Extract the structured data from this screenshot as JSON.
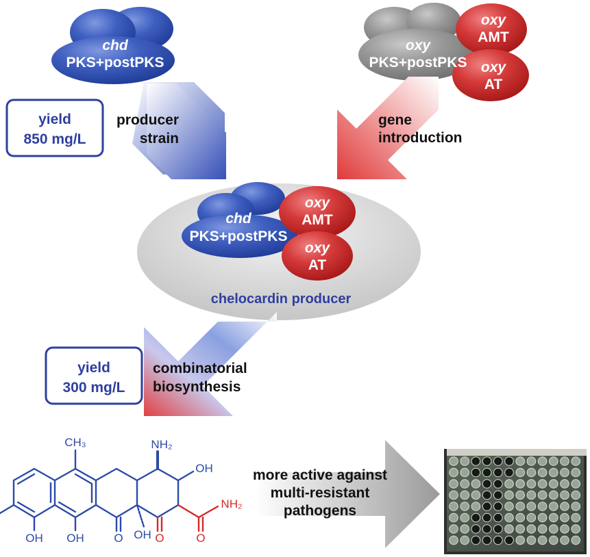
{
  "colors": {
    "blue": "#2b4aa8",
    "red": "#d42828",
    "gray": "#8c8c8c",
    "text_blue": "#2e3f9e",
    "text_dark": "#111111"
  },
  "cluster_top_left": {
    "label_top": "chd",
    "label_bottom": "PKS+postPKS"
  },
  "cluster_top_right": {
    "gray_top": "oxy",
    "gray_bottom": "PKS+postPKS",
    "red1_top": "oxy",
    "red1_bottom": "AMT",
    "red2_top": "oxy",
    "red2_bottom": "AT"
  },
  "yield_top": {
    "line1": "yield",
    "line2": "850 mg/L"
  },
  "arrow_left_label": {
    "line1": "producer",
    "line2": "strain"
  },
  "arrow_right_label": {
    "line1": "gene",
    "line2": "introduction"
  },
  "producer": {
    "blue_top": "chd",
    "blue_bottom": "PKS+postPKS",
    "red1_top": "oxy",
    "red1_bottom": "AMT",
    "red2_top": "oxy",
    "red2_bottom": "AT",
    "caption": "chelocardin producer"
  },
  "yield_bottom": {
    "line1": "yield",
    "line2": "300 mg/L"
  },
  "combi_label": {
    "line1": "combinatorial",
    "line2": "biosynthesis"
  },
  "activity_label": {
    "line1": "more active against",
    "line2": "multi-resistant",
    "line3": "pathogens"
  },
  "molecule": {
    "ch3": "CH₃",
    "nh2_top": "NH₂",
    "oh_right": "OH",
    "nh2_amide": "NH₂",
    "oh_1": "OH",
    "oh_2": "OH",
    "o_1": "O",
    "oh_3": "OH",
    "o_2": "O",
    "o_3": "O"
  }
}
